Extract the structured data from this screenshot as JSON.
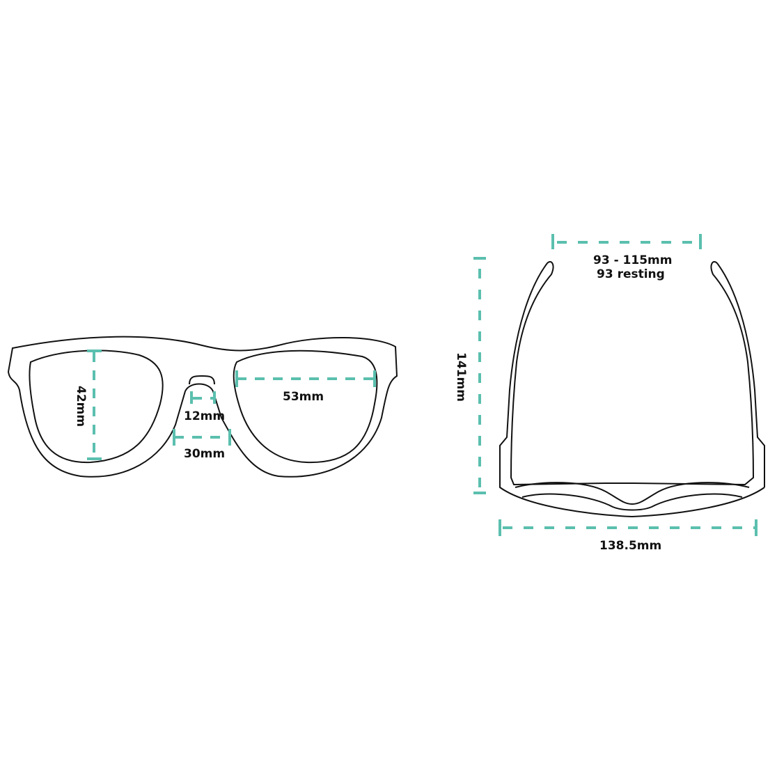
{
  "accent_color": "#5bbfae",
  "outline_color": "#111111",
  "front_view": {
    "lens_height": "42mm",
    "lens_width": "53mm",
    "bridge_width_top": "12mm",
    "bridge_width_bottom": "30mm"
  },
  "top_view": {
    "temple_spread": "93 - 115mm",
    "temple_resting": "93 resting",
    "temple_length": "141mm",
    "total_width": "138.5mm"
  }
}
